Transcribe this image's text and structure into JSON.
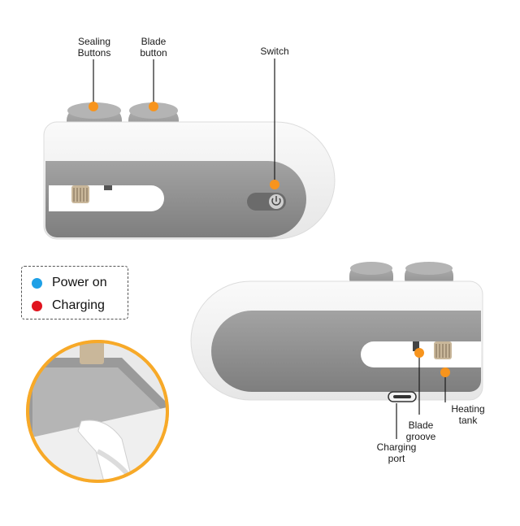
{
  "labels": {
    "sealing_buttons": "Sealing\nButtons",
    "blade_button": "Blade\nbutton",
    "switch": "Switch",
    "blade_groove": "Blade\ngroove",
    "heating_tank": "Heating\ntank",
    "charging_port": "Charging\nport"
  },
  "legend": {
    "items": [
      {
        "label": "Power on",
        "color": "#1ea0e6"
      },
      {
        "label": "Charging",
        "color": "#e0141e"
      }
    ]
  },
  "colors": {
    "callout": "#f7941d",
    "body_white": "#f4f4f4",
    "body_gray": "#8e8e8e",
    "button_gray": "#9a9a9a",
    "zoom_ring": "#f7a928"
  }
}
